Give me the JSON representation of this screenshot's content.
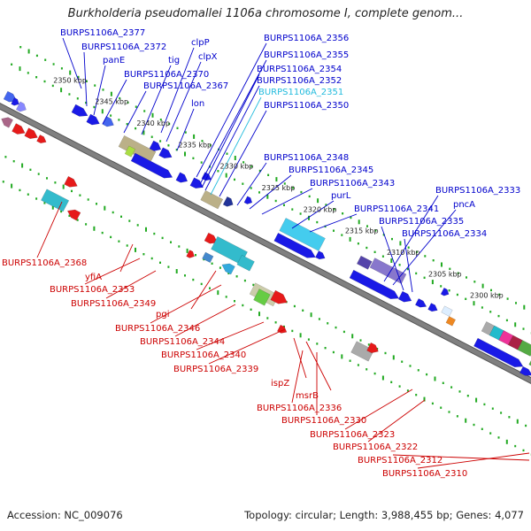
{
  "title": "Burkholderia pseudomallei 1106a chromosome I, complete genom...",
  "footer": {
    "accession": "Accession: NC_009076",
    "summary": "Topology: circular; Length: 3,988,455 bp; Genes: 4,077"
  },
  "colors": {
    "forward_gene": "#1a1ae6",
    "reverse_gene": "#e61a1a",
    "highlight": "#22aadd",
    "backbone": "#808080",
    "tick": "#22aa22",
    "label_forward": "#0000cc",
    "label_reverse": "#cc0000"
  },
  "kbp_ticks": [
    "2350 kbp",
    "2345 kbp",
    "2340 kbp",
    "2335 kbp",
    "2330 kbp",
    "2325 kbp",
    "2320 kbp",
    "2315 kbp",
    "2310 kbp",
    "2305 kbp",
    "2300 kbp"
  ],
  "top_labels": [
    {
      "text": "BURPS1106A_2377",
      "color": "#0000cc"
    },
    {
      "text": "BURPS1106A_2372",
      "color": "#0000cc"
    },
    {
      "text": "panE",
      "color": "#0000cc"
    },
    {
      "text": "BURPS1106A_2370",
      "color": "#0000cc"
    },
    {
      "text": "BURPS1106A_2367",
      "color": "#0000cc"
    },
    {
      "text": "tig",
      "color": "#0000cc"
    },
    {
      "text": "clpP",
      "color": "#0000cc"
    },
    {
      "text": "clpX",
      "color": "#0000cc"
    },
    {
      "text": "lon",
      "color": "#0000cc"
    },
    {
      "text": "BURPS1106A_2356",
      "color": "#0000cc"
    },
    {
      "text": "BURPS1106A_2355",
      "color": "#0000cc"
    },
    {
      "text": "BURPS1106A_2354",
      "color": "#0000cc"
    },
    {
      "text": "BURPS1106A_2352",
      "color": "#0000cc"
    },
    {
      "text": "BURPS1106A_2351",
      "color": "#22bbdd"
    },
    {
      "text": "BURPS1106A_2350",
      "color": "#0000cc"
    },
    {
      "text": "BURPS1106A_2348",
      "color": "#0000cc"
    },
    {
      "text": "BURPS1106A_2345",
      "color": "#0000cc"
    },
    {
      "text": "BURPS1106A_2343",
      "color": "#0000cc"
    },
    {
      "text": "purL",
      "color": "#0000cc"
    },
    {
      "text": "BURPS1106A_2341",
      "color": "#0000cc"
    },
    {
      "text": "BURPS1106A_2333",
      "color": "#0000cc"
    },
    {
      "text": "pncA",
      "color": "#0000cc"
    },
    {
      "text": "BURPS1106A_2335",
      "color": "#0000cc"
    },
    {
      "text": "BURPS1106A_2334",
      "color": "#0000cc"
    }
  ],
  "bottom_labels": [
    {
      "text": "BURPS1106A_2368",
      "color": "#cc0000"
    },
    {
      "text": "yfiA",
      "color": "#cc0000"
    },
    {
      "text": "BURPS1106A_2353",
      "color": "#cc0000"
    },
    {
      "text": "BURPS1106A_2349",
      "color": "#cc0000"
    },
    {
      "text": "pgi",
      "color": "#cc0000"
    },
    {
      "text": "BURPS1106A_2346",
      "color": "#cc0000"
    },
    {
      "text": "BURPS1106A_2344",
      "color": "#cc0000"
    },
    {
      "text": "BURPS1106A_2340",
      "color": "#cc0000"
    },
    {
      "text": "BURPS1106A_2339",
      "color": "#cc0000"
    },
    {
      "text": "ispZ",
      "color": "#cc0000"
    },
    {
      "text": "msrB",
      "color": "#cc0000"
    },
    {
      "text": "BURPS1106A_2336",
      "color": "#cc0000"
    },
    {
      "text": "BURPS1106A_2330",
      "color": "#cc0000"
    },
    {
      "text": "BURPS1106A_2323",
      "color": "#cc0000"
    },
    {
      "text": "BURPS1106A_2322",
      "color": "#cc0000"
    },
    {
      "text": "BURPS1106A_2312",
      "color": "#cc0000"
    },
    {
      "text": "BURPS1106A_2310",
      "color": "#cc0000"
    }
  ]
}
